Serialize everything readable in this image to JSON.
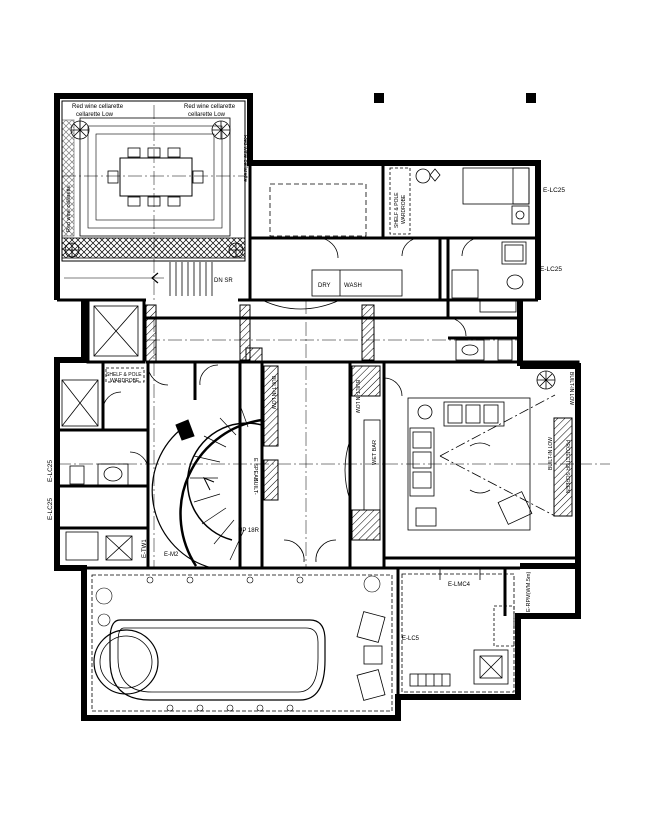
{
  "labels": {
    "wine_top_left": "Red wine cellarette",
    "wine_top_left_sub": "cellarette Low",
    "wine_top_right": "Red wine cellarette",
    "wine_top_right_sub": "cellarette Low",
    "wine_side_left": "Red wine cellarette",
    "wine_side_right": "Red wine cellarette",
    "dn_sr": "DN  SR",
    "dry": "DRY",
    "wash": "WASH",
    "shelf_pole_top": "SHELF & POLE",
    "wardrobe_top": "WARDROBE",
    "shelf_pole_left": "SHELF & POLE",
    "wardrobe_left": "WARDROBE",
    "e_lc25_tr1": "E-LC25",
    "e_lc25_tr2": "E-LC25",
    "e_lc25_left1": "E-LC25",
    "e_lc25_left2": "E-LC25",
    "built_in_low_1": "BUILT-IN LOW",
    "built_in_low_2": "BUILT-IN LOW",
    "built_in_low_3": "BUILT-IN LOW",
    "built_in_low_4": "BUILT-IN LOW",
    "projector_screen": "PROJECTOR SCREEN",
    "e_speaker": "E SPEAK",
    "built_in": "BUILT-",
    "wet_bar": "WET BAR",
    "up_18r": "UP 18R",
    "e_tw1": "E-TW1",
    "e_m2": "E-M2",
    "e_lmc4": "E-LMC4",
    "e_lc5": "E-LC5",
    "e_rpm": "E-RPM(WM.5m)"
  }
}
